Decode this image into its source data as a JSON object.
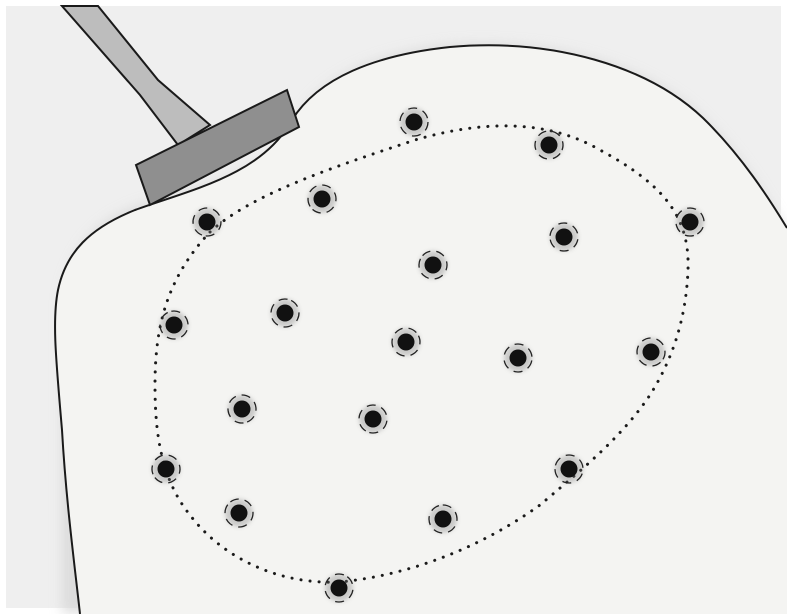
{
  "colors": {
    "background": "#efefef",
    "panel": "#f4f4f2",
    "outline": "#1a1a1a",
    "handle_fill": "#bdbdbd",
    "bar_fill": "#8f8f8f",
    "dotted_boundary": "#1a1a1a",
    "marker_fill": "#111111",
    "marker_halo": "#7a7a7a"
  },
  "elements": {
    "handle": "handle-shaft",
    "bar": "handle-crossbar",
    "boundary": "dotted-boundary",
    "markers": "point-markers"
  },
  "marker_count": 19
}
